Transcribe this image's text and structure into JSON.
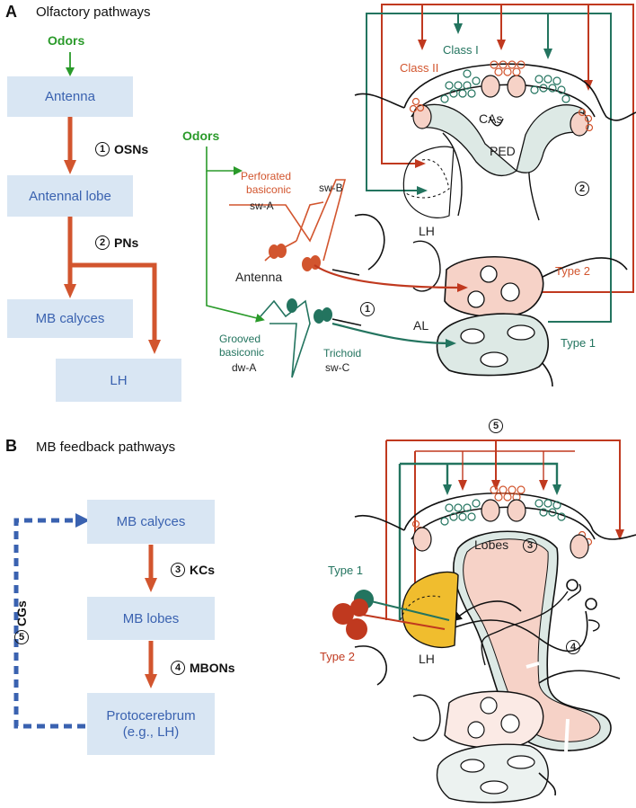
{
  "panel_a": {
    "letter": "A",
    "title": "Olfactory pathways",
    "odors_label": "Odors",
    "boxes": [
      "Antenna",
      "Antennal lobe",
      "MB calyces",
      "LH"
    ],
    "steps": [
      {
        "num": "1",
        "label": "OSNs"
      },
      {
        "num": "2",
        "label": "PNs"
      }
    ]
  },
  "diagram_a": {
    "odors": "Odors",
    "class_i": "Class I",
    "class_ii": "Class II",
    "cas": "CAs",
    "ped": "PED",
    "lh": "LH",
    "perforated_basiconic": "Perforated\nbasiconic",
    "sw_a": "sw-A",
    "sw_b": "sw-B",
    "antenna": "Antenna",
    "al": "AL",
    "type_2": "Type 2",
    "type_1": "Type 1",
    "grooved_basiconic": "Grooved\nbasiconic",
    "dw_a": "dw-A",
    "trichoid": "Trichoid",
    "sw_c": "sw-C",
    "circle_1": "1",
    "circle_2": "2"
  },
  "panel_b": {
    "letter": "B",
    "title": "MB feedback pathways",
    "boxes": [
      "MB calyces",
      "MB lobes",
      "Protocerebrum\n(e.g., LH)"
    ],
    "steps": [
      {
        "num": "3",
        "label": "KCs"
      },
      {
        "num": "4",
        "label": "MBONs"
      }
    ],
    "cgs": {
      "num": "5",
      "label": "CGs"
    }
  },
  "diagram_b": {
    "circle_5": "5",
    "lobes": "Lobes",
    "circle_3": "3",
    "circle_4": "4",
    "type_1": "Type 1",
    "type_2": "Type 2",
    "lh": "LH"
  },
  "colors": {
    "red": "#d2552e",
    "darkred": "#c0391f",
    "green": "#23745f",
    "odor_green": "#2a9a2a",
    "blue": "#3a62b0",
    "box": "#d9e6f3",
    "pink": "#f6d2c7",
    "grey_green": "#dde9e5",
    "yellow": "#f0bd2e"
  }
}
